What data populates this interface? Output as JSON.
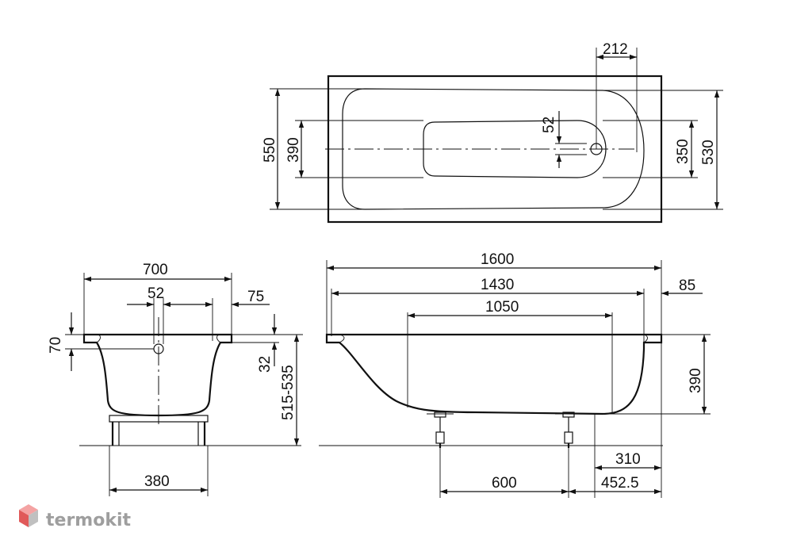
{
  "diagram": {
    "top_view": {
      "dim_212": "212",
      "dim_52": "52",
      "dim_550": "550",
      "dim_390": "390",
      "dim_350": "350",
      "dim_530": "530"
    },
    "side_view": {
      "dim_700": "700",
      "dim_52": "52",
      "dim_75": "75",
      "dim_70": "70",
      "dim_32": "32",
      "dim_515_535": "515-535",
      "dim_380": "380"
    },
    "front_view": {
      "dim_1600": "1600",
      "dim_1430": "1430",
      "dim_1050": "1050",
      "dim_85": "85",
      "dim_390": "390",
      "dim_310": "310",
      "dim_600": "600",
      "dim_452_5": "452.5"
    }
  },
  "logo": {
    "text": "termokit",
    "colors": {
      "top": "#f4a3a3",
      "left": "#e05a5a",
      "right": "#c0c0c0"
    }
  }
}
